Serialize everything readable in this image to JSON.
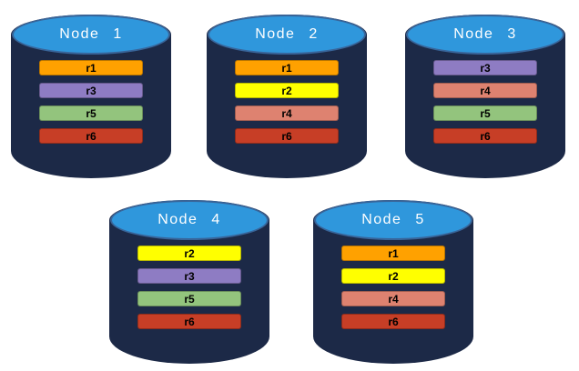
{
  "diagram": {
    "description": "Replica placement across five database nodes",
    "nodes": [
      {
        "label": "Node 1",
        "replicas": [
          "r1",
          "r3",
          "r5",
          "r6"
        ]
      },
      {
        "label": "Node 2",
        "replicas": [
          "r1",
          "r2",
          "r4",
          "r6"
        ]
      },
      {
        "label": "Node 3",
        "replicas": [
          "r3",
          "r4",
          "r5",
          "r6"
        ]
      },
      {
        "label": "Node 4",
        "replicas": [
          "r2",
          "r3",
          "r5",
          "r6"
        ]
      },
      {
        "label": "Node 5",
        "replicas": [
          "r1",
          "r2",
          "r4",
          "r6"
        ]
      }
    ],
    "replica_colors": {
      "r1": "#FFA100",
      "r2": "#FFFF00",
      "r3": "#8E7CC3",
      "r4": "#DE8270",
      "r5": "#93C47D",
      "r6": "#C73E26"
    },
    "colors": {
      "background": "#FFFFFF",
      "cylinder_body": "#1C2947",
      "cylinder_top": "#2F97DC",
      "cylinder_top_border": "#38659A",
      "node_label_text": "#FFFFFF",
      "replica_label_text": "#000000"
    }
  }
}
